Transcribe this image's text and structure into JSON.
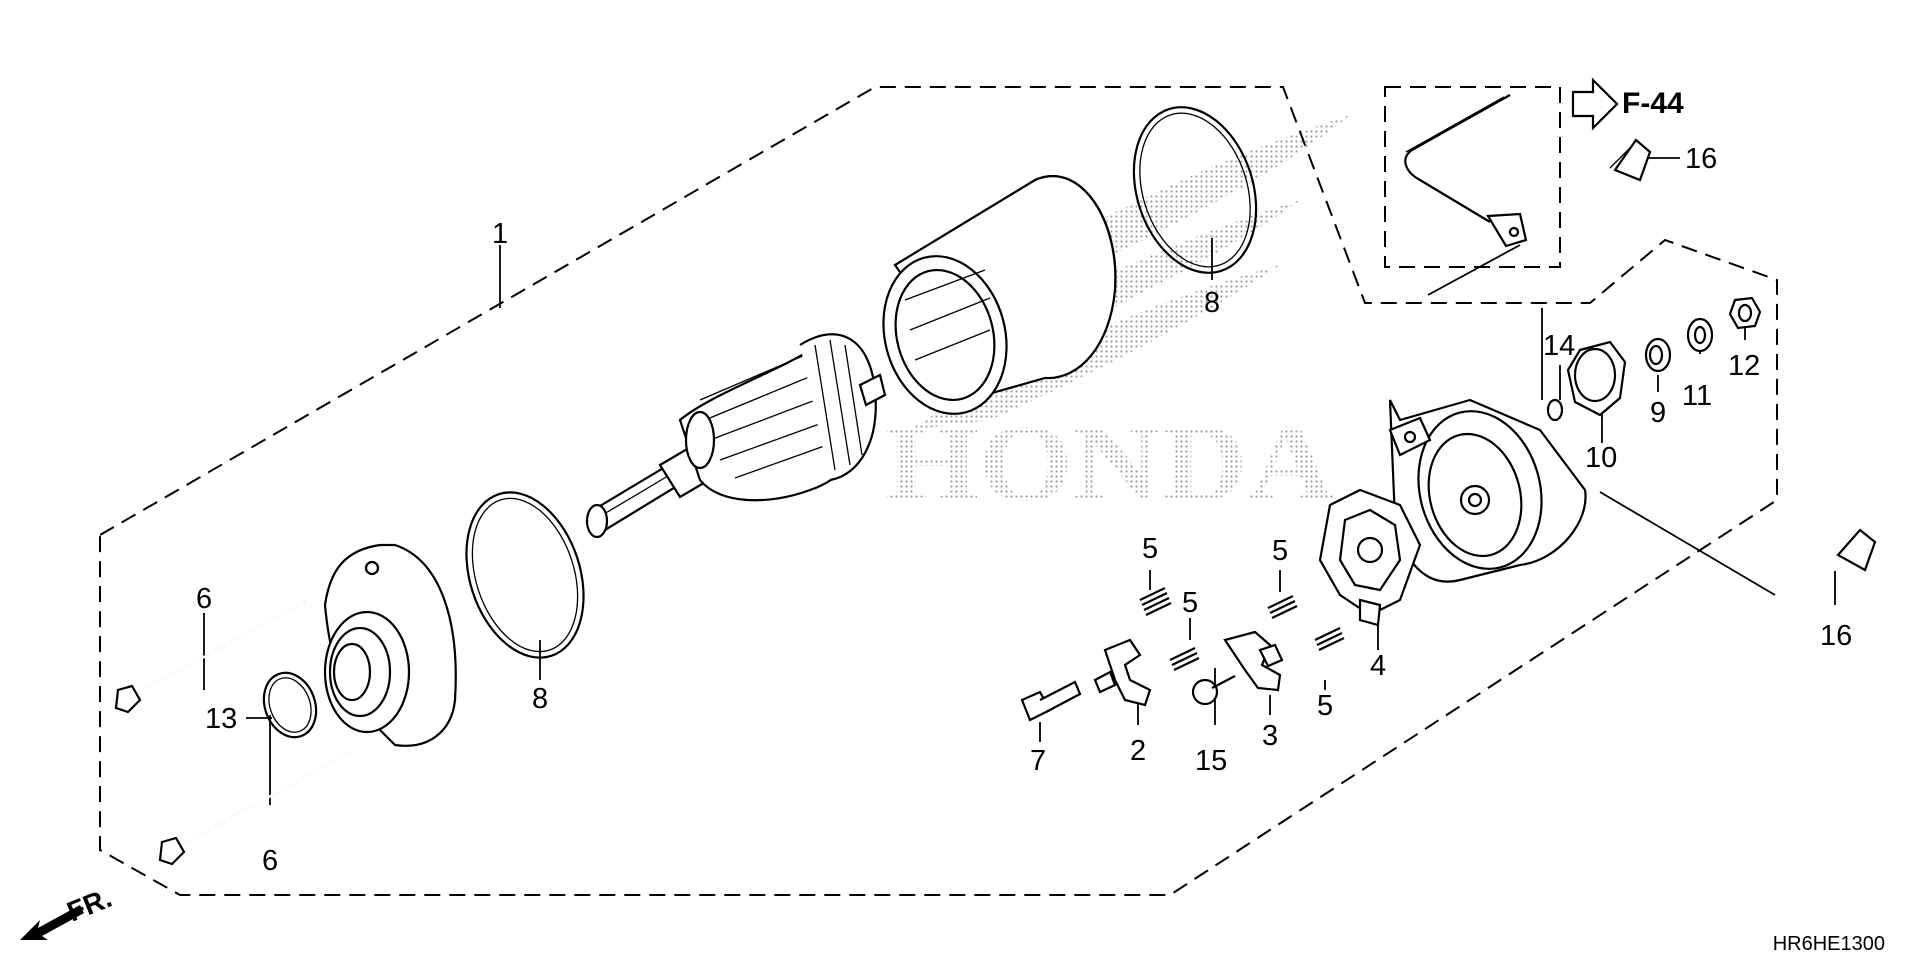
{
  "diagram": {
    "labels": [
      {
        "id": "p1",
        "text": "1"
      },
      {
        "id": "p2",
        "text": "2"
      },
      {
        "id": "p3",
        "text": "3"
      },
      {
        "id": "p4",
        "text": "4"
      },
      {
        "id": "p5a",
        "text": "5"
      },
      {
        "id": "p5b",
        "text": "5"
      },
      {
        "id": "p5c",
        "text": "5"
      },
      {
        "id": "p5d",
        "text": "5"
      },
      {
        "id": "p6a",
        "text": "6"
      },
      {
        "id": "p6b",
        "text": "6"
      },
      {
        "id": "p7",
        "text": "7"
      },
      {
        "id": "p8a",
        "text": "8"
      },
      {
        "id": "p8b",
        "text": "8"
      },
      {
        "id": "p9",
        "text": "9"
      },
      {
        "id": "p10",
        "text": "10"
      },
      {
        "id": "p11",
        "text": "11"
      },
      {
        "id": "p12",
        "text": "12"
      },
      {
        "id": "p13",
        "text": "13"
      },
      {
        "id": "p14",
        "text": "14"
      },
      {
        "id": "p15",
        "text": "15"
      },
      {
        "id": "p16a",
        "text": "16"
      },
      {
        "id": "p16b",
        "text": "16"
      }
    ],
    "reference": "F-44",
    "front_indicator": "FR.",
    "watermark": "HONDA",
    "diagram_code": "HR6HE1300",
    "colors": {
      "line": "#000000",
      "background": "#ffffff",
      "watermark": "#9a9a9a"
    }
  }
}
